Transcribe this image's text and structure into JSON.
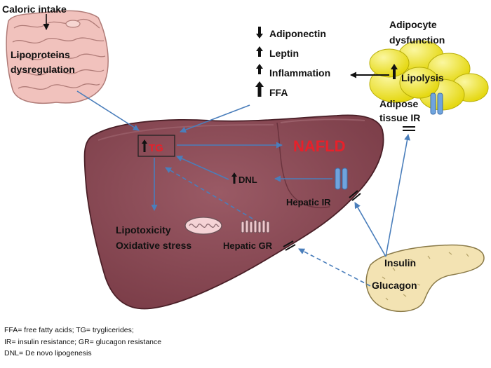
{
  "labels": {
    "caloric_intake": "Caloric intake",
    "lipoproteins_1": "Lipoproteins",
    "lipoproteins_2": "dysregulation",
    "adiponectin": "Adiponectin",
    "leptin": "Leptin",
    "inflammation": "Inflammation",
    "ffa": "FFA",
    "adipocyte_1": "Adipocyte",
    "adipocyte_2": "dysfunction",
    "lipolysis": "Lipolysis",
    "adipose_ir_1": "Adipose",
    "adipose_ir_2": "tissue IR",
    "tg": "TG",
    "nafld": "NAFLD",
    "dnl": "DNL",
    "hepatic_ir": "Hepatic IR",
    "lipotoxicity": "Lipotoxicity",
    "oxidative_stress": "Oxidative stress",
    "hepatic_gr": "Hepatic GR",
    "insulin": "Insulin",
    "glucagon": "Glucagon"
  },
  "legend": [
    "FFA= free fatty acids; TG= tryglicerides;",
    "IR= insulin resistance; GR= glucagon resistance",
    "DNL= De novo lipogenesis"
  ],
  "colors": {
    "liver": "#8a4a55",
    "liver_dark": "#5c2a33",
    "arrow": "#4a7ebb",
    "accent_red": "#e8202a",
    "adipocyte": "#f2ea1a",
    "pancreas": "#f3e3b3",
    "intestine": "#f1c2bd"
  },
  "icons": [
    "intestine-icon",
    "adipocyte-cluster-icon",
    "liver-icon",
    "mitochondrion-icon",
    "glucagon-receptor-icon",
    "insulin-receptor-icon",
    "pancreas-icon"
  ]
}
